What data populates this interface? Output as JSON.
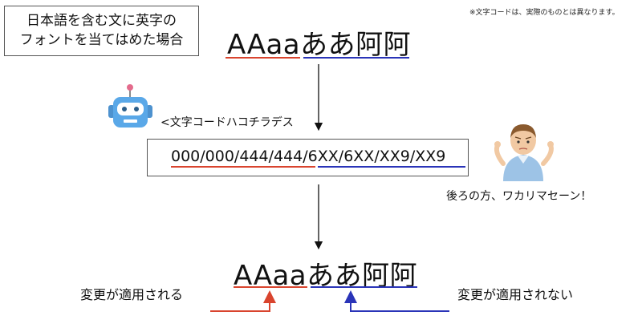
{
  "title_line1": "日本語を含む文に英字の",
  "title_line2": "フォントを当てはめた場合",
  "note": "※文字コードは、実際のものとは異なります。",
  "top_sample": {
    "latin": "AAaa",
    "japanese": "ああ阿阿"
  },
  "robot_label": "<文字コードハコチラデス",
  "code_box": {
    "latin_part": "000/000/444/444/",
    "japanese_part": "6XX/6XX/XX9/XX9"
  },
  "person_label": "後ろの方、ワカリマセーン！",
  "bottom_sample": {
    "latin": "AAaa",
    "japanese": "ああ阿阿"
  },
  "label_applied": "変更が適用される",
  "label_not_applied": "変更が適用されない",
  "colors": {
    "applied": "#d9442e",
    "not_applied": "#2a34b8",
    "robot": "#5aa8e8",
    "person_shirt": "#9dc3e6"
  },
  "icons": [
    "robot-icon",
    "confused-person-icon"
  ]
}
